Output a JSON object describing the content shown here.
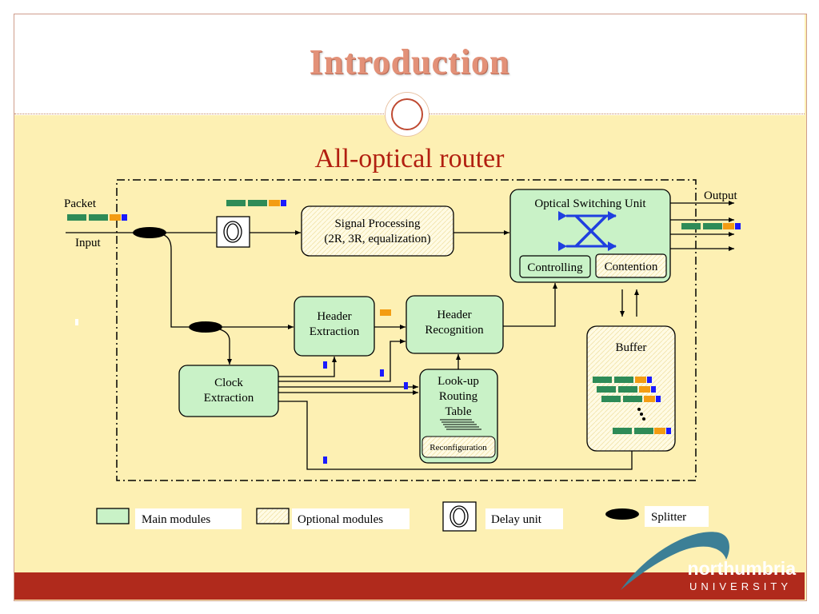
{
  "slide": {
    "title": "Introduction",
    "subtitle": "All-optical router"
  },
  "diagram": {
    "labels": {
      "packet": "Packet",
      "input": "Input",
      "output": "Output"
    },
    "blocks": {
      "signal_processing": [
        "Signal Processing",
        "(2R, 3R, equalization)"
      ],
      "optical_switching_unit": "Optical Switching Unit",
      "controlling": "Controlling",
      "contention": "Contention",
      "header_extraction": [
        "Header",
        "Extraction"
      ],
      "header_recognition": [
        "Header",
        "Recognition"
      ],
      "clock_extraction": [
        "Clock",
        "Extraction"
      ],
      "lookup_routing_table": [
        "Look-up",
        "Routing",
        "Table"
      ],
      "reconfiguration": "Reconfiguration",
      "buffer": "Buffer"
    },
    "legend": {
      "main_modules": "Main modules",
      "optional_modules": "Optional modules",
      "delay_unit": "Delay unit",
      "splitter": "Splitter"
    },
    "colors": {
      "main_module_fill": "#c9f2c7",
      "optional_module_fill": "#fffbe4",
      "packet_green": "#2e8b57",
      "packet_orange": "#f39c12",
      "packet_blue": "#1a1aff",
      "switch_arrows": "#1f3fe0",
      "footer": "#b02a1c",
      "title": "#e39178",
      "subtitle": "#b21f10"
    }
  },
  "logo": {
    "name": "northumbria",
    "sub": "UNIVERSITY"
  }
}
